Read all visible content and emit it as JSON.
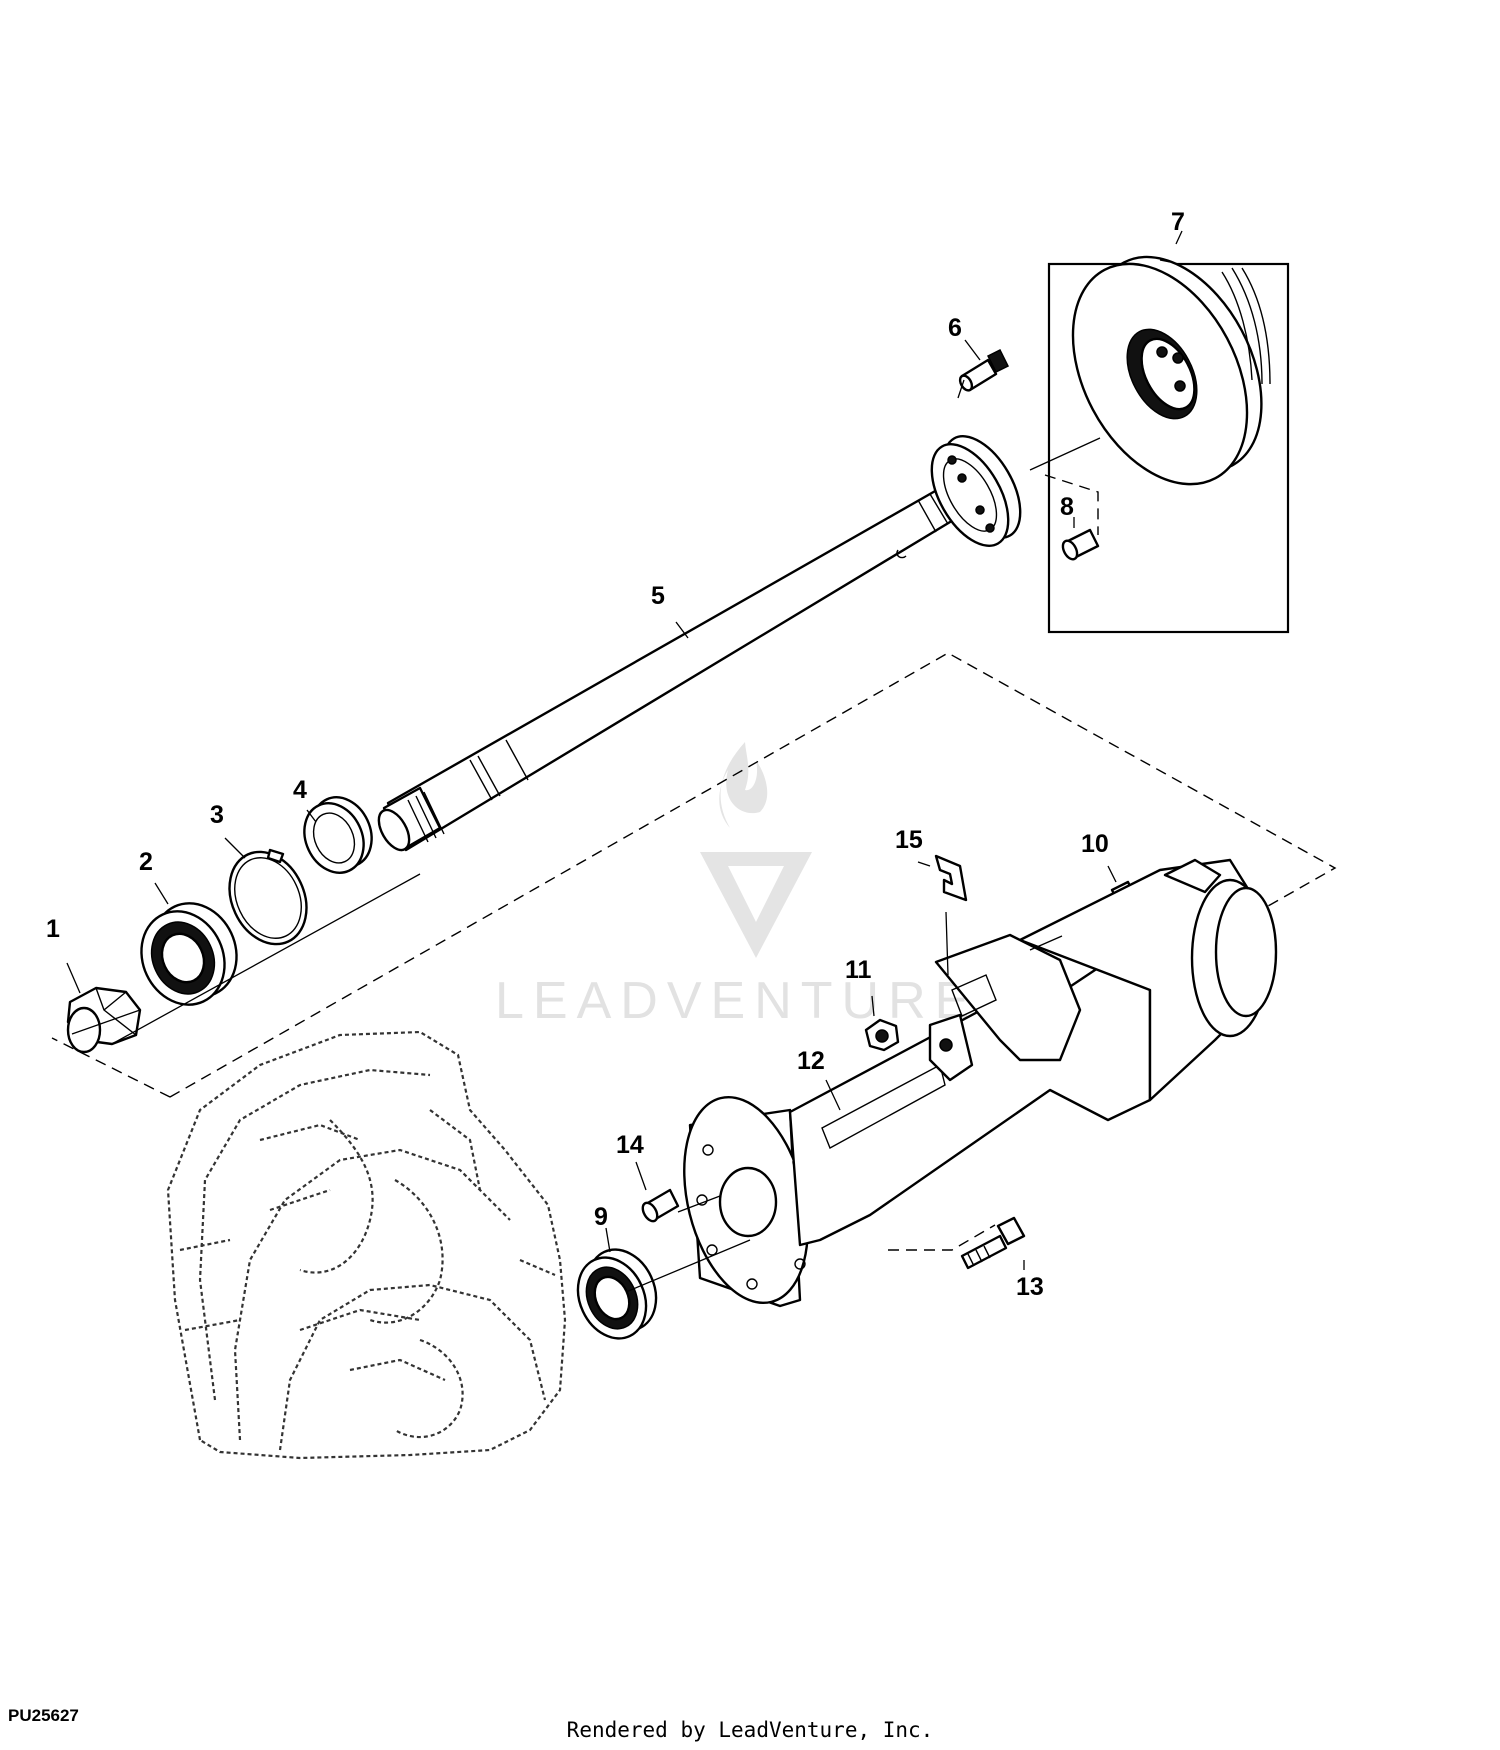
{
  "diagram": {
    "figure_id": "PU25627",
    "credit": "Rendered by LeadVenture, Inc.",
    "watermark": "LEADVENTURE",
    "callouts": [
      "1",
      "2",
      "3",
      "4",
      "5",
      "6",
      "7",
      "8",
      "9",
      "10",
      "11",
      "12",
      "13",
      "14",
      "15"
    ]
  }
}
